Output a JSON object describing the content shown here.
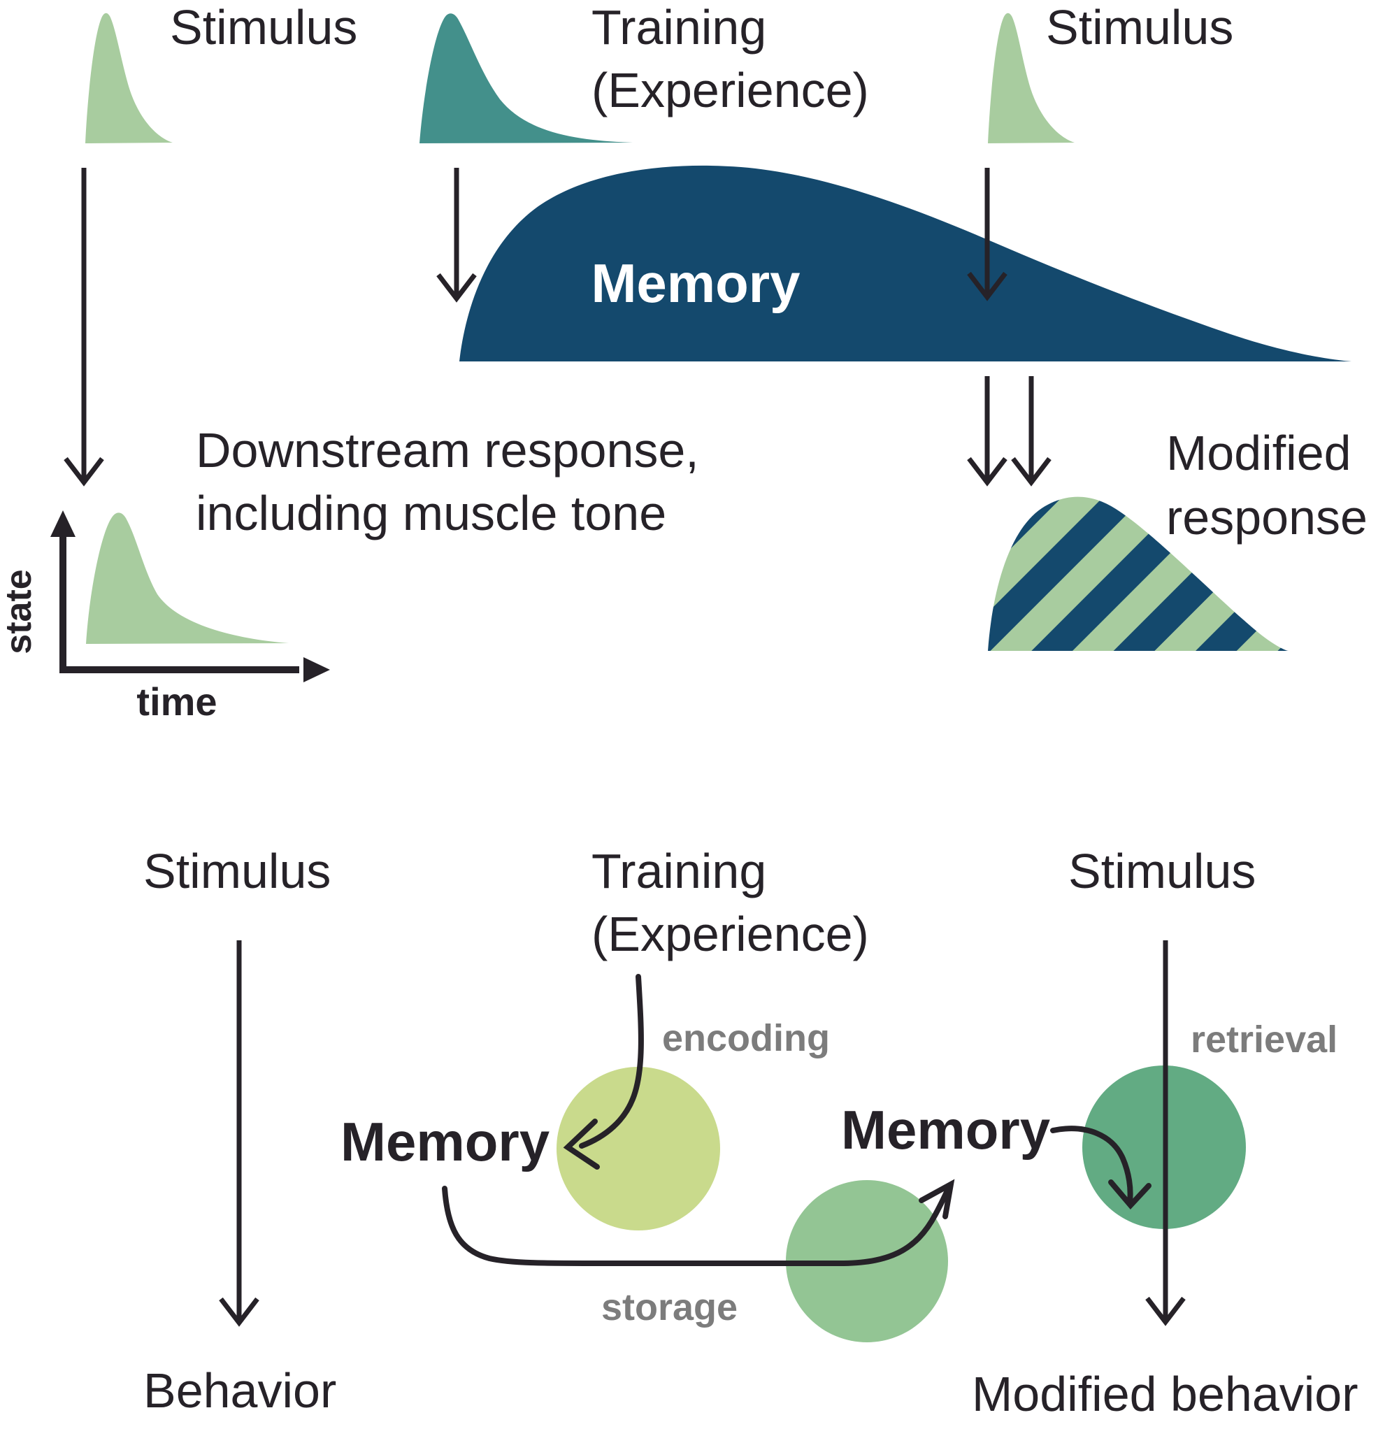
{
  "figure": {
    "description": "Two-panel conceptual diagram of memory: stimulus/training curves feeding a memory trace (top), and encoding-storage-retrieval flow from stimulus to behavior (bottom)"
  },
  "colors": {
    "light_green": "#a8cc9f",
    "teal": "#43908b",
    "navy": "#14496d",
    "yellow_green": "#c9da8c",
    "mid_green": "#93c594",
    "sea_green": "#62ab83",
    "gray_label": "#7c7c7c",
    "ink": "#262228",
    "memory_text": "#ffffff"
  },
  "top": {
    "stimulus_left_label": "Stimulus",
    "training_label_line1": "Training",
    "training_label_line2": "(Experience)",
    "stimulus_right_label": "Stimulus",
    "memory_label": "Memory",
    "downstream_line1": "Downstream response,",
    "downstream_line2": "including muscle tone",
    "axis_y_label": "state",
    "axis_x_label": "time",
    "modified_line1": "Modified",
    "modified_line2": "response"
  },
  "bottom": {
    "stimulus_left_label": "Stimulus",
    "training_label_line1": "Training",
    "training_label_line2": "(Experience)",
    "stimulus_right_label": "Stimulus",
    "encoding_label": "encoding",
    "memory_label_1": "Memory",
    "memory_label_2": "Memory",
    "storage_label": "storage",
    "retrieval_label": "retrieval",
    "behavior_label": "Behavior",
    "modified_behavior_label": "Modified behavior"
  }
}
